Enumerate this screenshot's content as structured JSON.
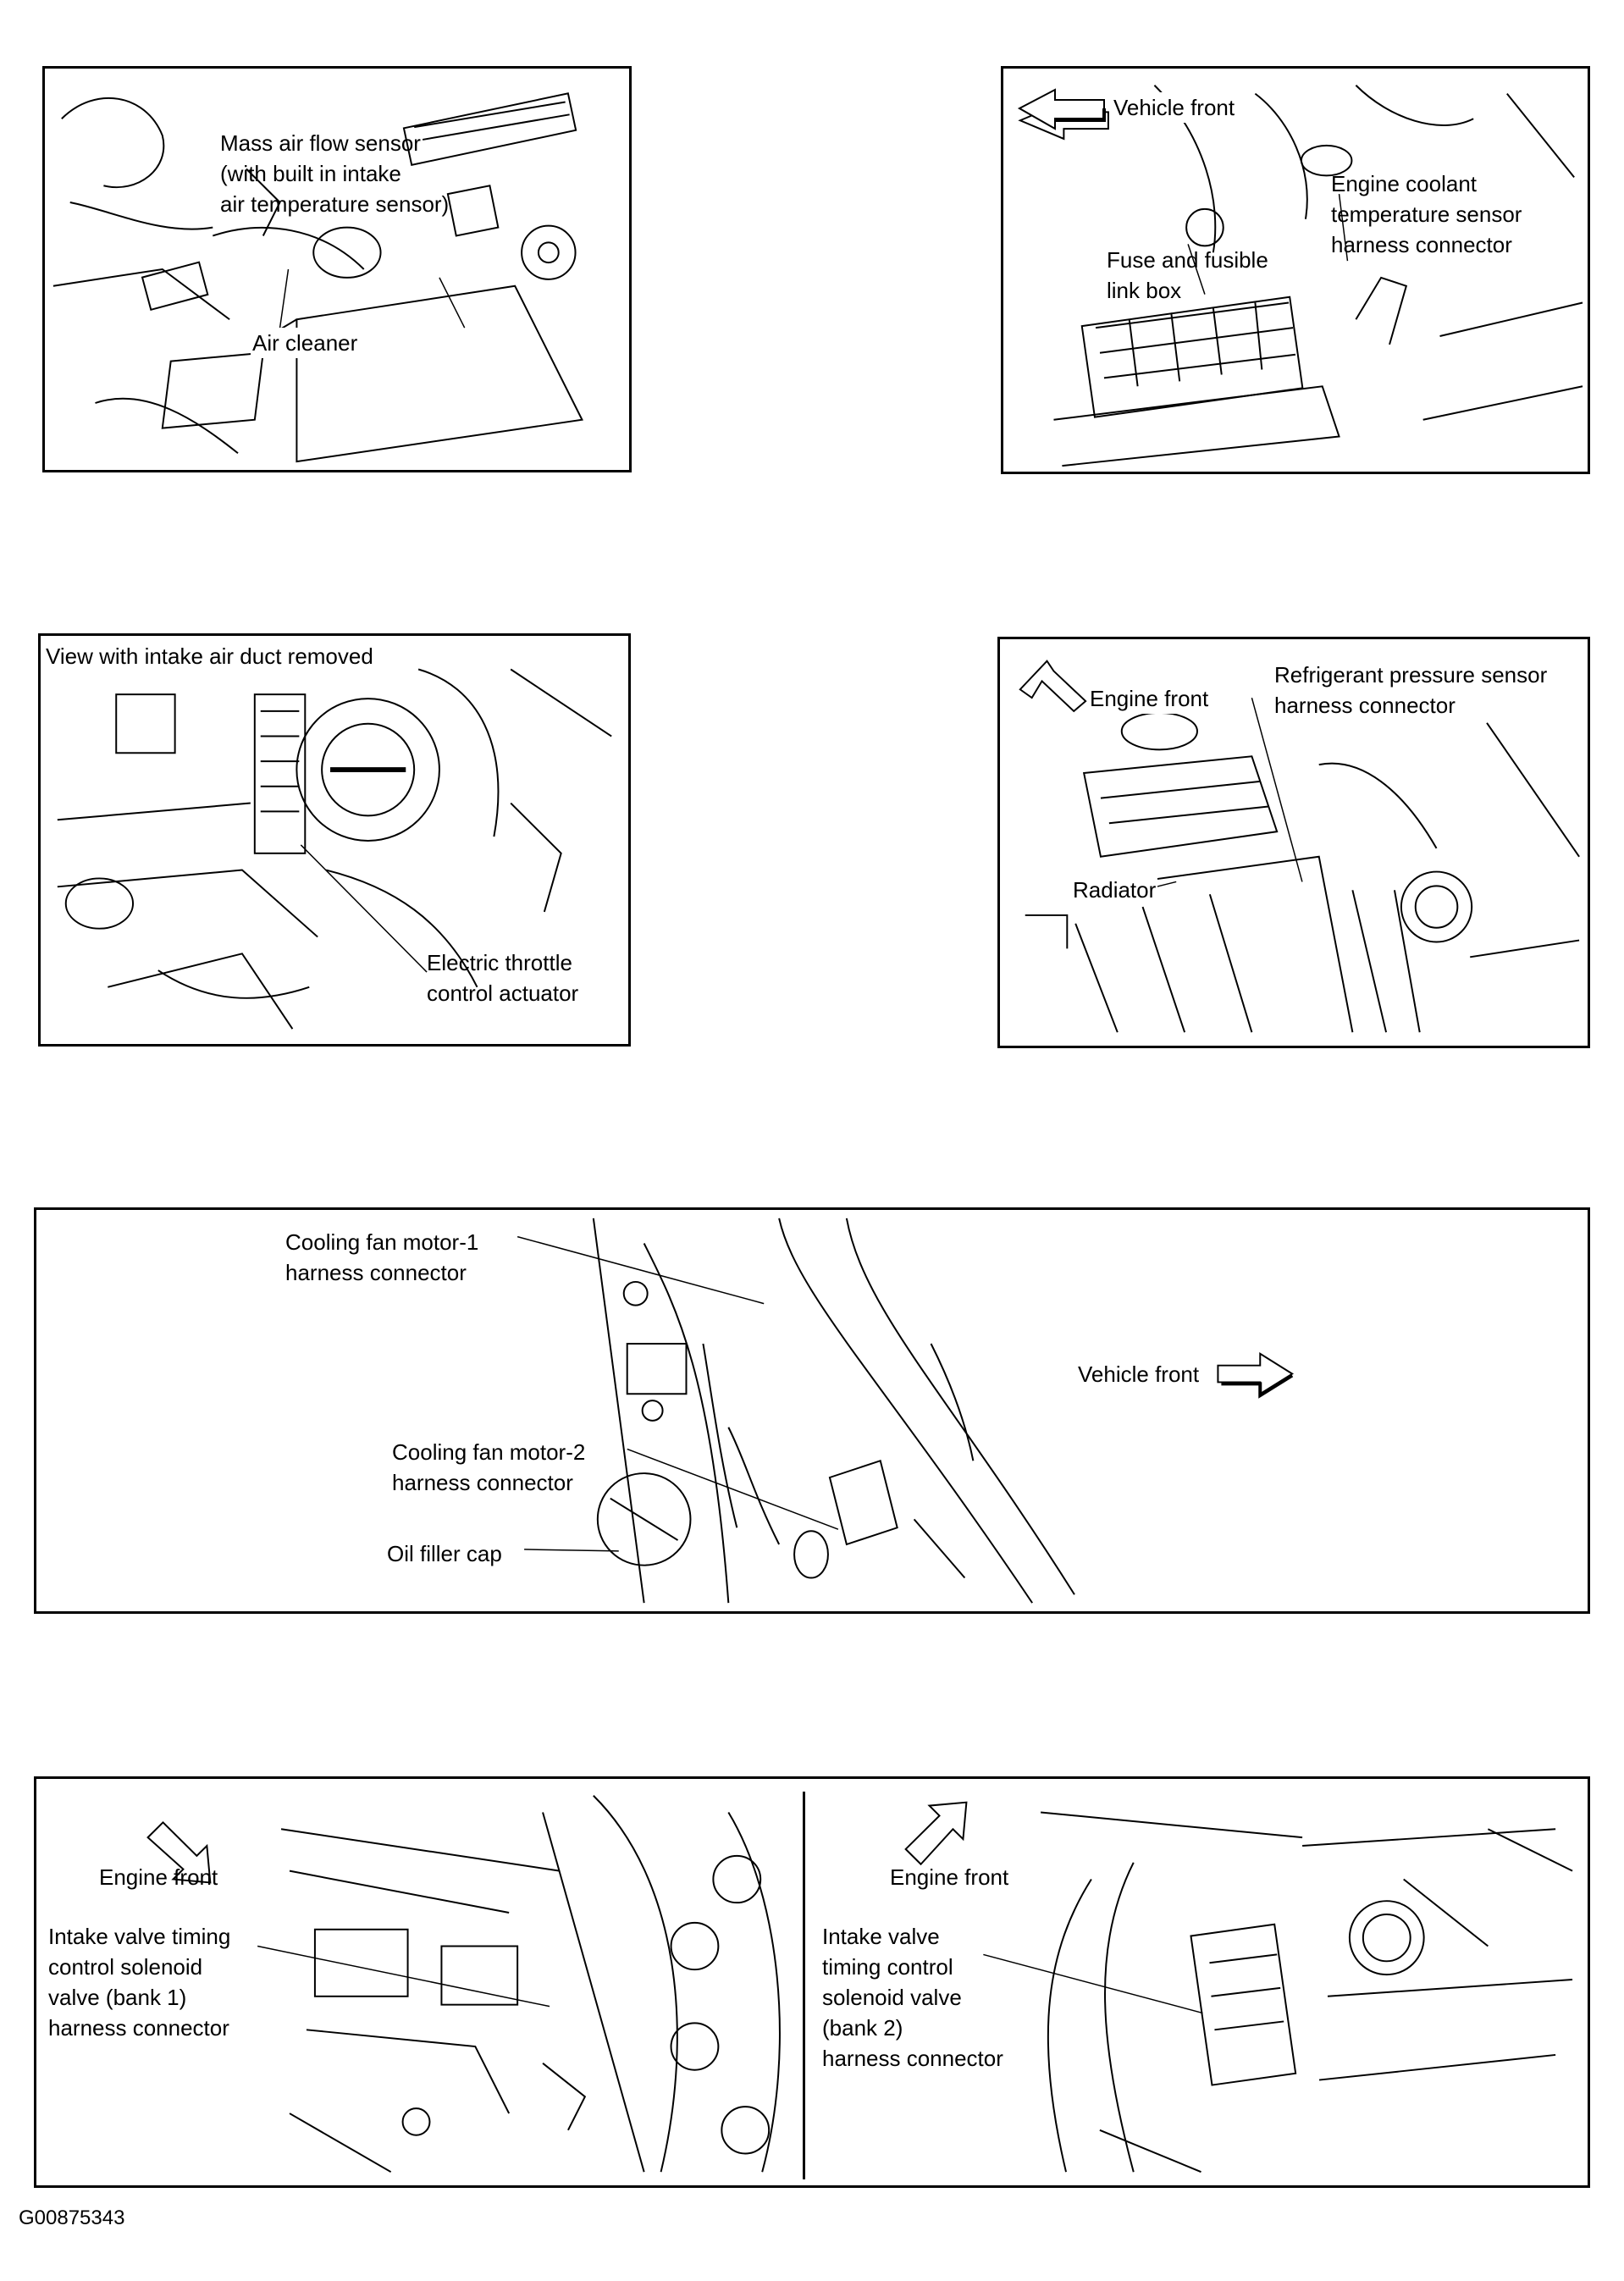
{
  "panel1": {
    "mass_air_flow": "Mass air flow sensor\n(with built in intake\nair temperature sensor)",
    "air_cleaner": "Air cleaner"
  },
  "panel2": {
    "vehicle_front": "Vehicle front",
    "engine_coolant": "Engine coolant\ntemperature sensor\nharness connector",
    "fuse_box": "Fuse and fusible\nlink box"
  },
  "panel3": {
    "view_note": "View with intake air duct removed",
    "throttle": "Electric throttle\ncontrol actuator"
  },
  "panel4": {
    "engine_front": "Engine front",
    "refrigerant": "Refrigerant pressure sensor\nharness connector",
    "radiator": "Radiator"
  },
  "panel5": {
    "fan1": "Cooling fan motor-1\nharness connector",
    "fan2": "Cooling fan motor-2\nharness connector",
    "oil_cap": "Oil filler cap",
    "vehicle_front": "Vehicle front"
  },
  "panel6": {
    "left_engine_front": "Engine front",
    "left_label": "Intake valve timing\ncontrol solenoid\nvalve (bank 1)\nharness connector",
    "right_engine_front": "Engine front",
    "right_label": "Intake valve\ntiming control\nsolenoid valve\n(bank 2)\nharness connector"
  },
  "figure_id": "G00875343"
}
